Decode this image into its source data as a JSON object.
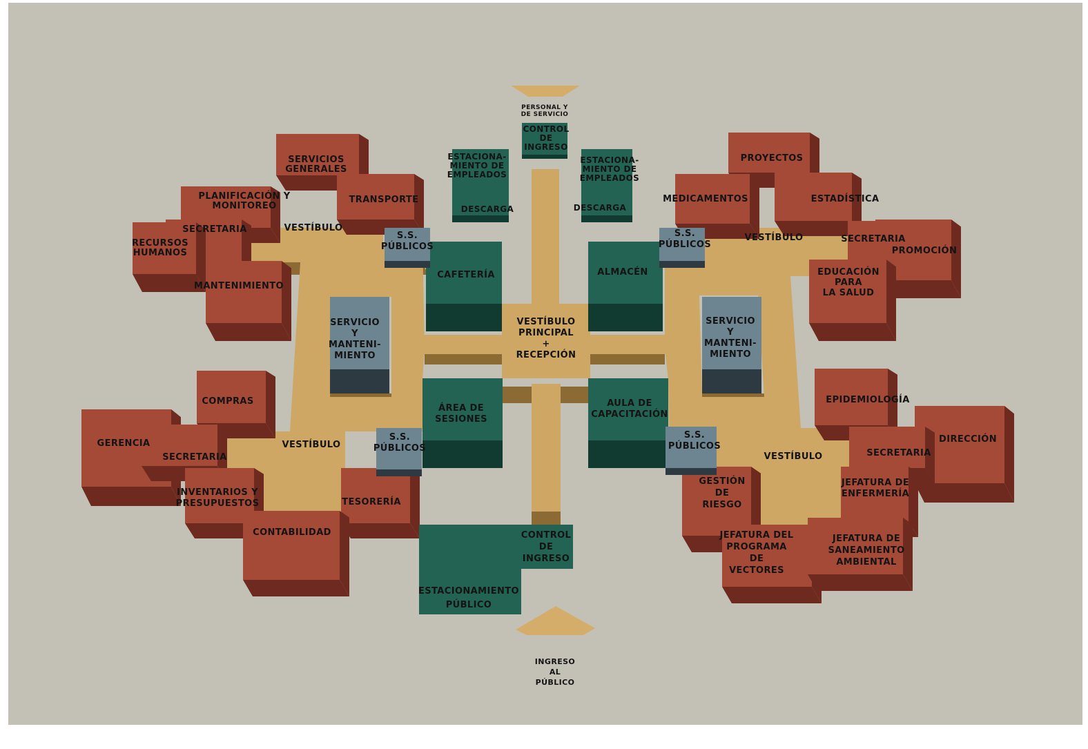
{
  "colors": {
    "background": "#c3c1b6",
    "corridor": "#cfa765",
    "corridor_shadow": "#8c6a33",
    "admin_block": "#a64a38",
    "admin_side": "#6e2a1f",
    "service_block": "#226353",
    "service_side": "#113b31",
    "restroom_block": "#6d8491",
    "restroom_side": "#2e3a41",
    "arrow": "#d4ad6b"
  },
  "arrows": {
    "top_label": [
      "PERSONAL Y",
      "DE SERVICIO"
    ],
    "bottom_label": [
      "INGRESO",
      "AL",
      "PÚBLICO"
    ]
  },
  "labels": {
    "control_ingreso_top": [
      "CONTROL",
      "DE",
      "INGRESO"
    ],
    "estacionamiento_empleados_left": [
      "ESTACIONA-",
      "MIENTO DE",
      "EMPLEADOS"
    ],
    "estacionamiento_empleados_right": [
      "ESTACIONA-",
      "MIENTO DE",
      "EMPLEADOS"
    ],
    "descarga_left": "DESCARGA",
    "descarga_right": "DESCARGA",
    "servicios_generales": [
      "SERVICIOS",
      "GENERALES"
    ],
    "planificacion": [
      "PLANIFICACIÓN Y",
      "MONITOREO"
    ],
    "transporte": "TRANSPORTE",
    "secretaria_nw": "SECRETARIA",
    "vestibulo_nw": "VESTÍBULO",
    "recursos_humanos": [
      "RECURSOS",
      "HUMANOS"
    ],
    "mantenimiento": "MANTENIMIENTO",
    "ss_publicos_nw": [
      "S.S.",
      "PÚBLICOS"
    ],
    "cafeteria": "CAFETERÍA",
    "proyectos": "PROYECTOS",
    "medicamentos": "MEDICAMENTOS",
    "estadistica": "ESTADÍSTICA",
    "ss_publicos_ne": [
      "S.S.",
      "PÚBLICOS"
    ],
    "vestibulo_ne": "VESTÍBULO",
    "secretaria_ne": "SECRETARIA",
    "promocion": "PROMOCIÓN",
    "educacion": [
      "EDUCACIÓN",
      "PARA",
      "LA SALUD"
    ],
    "almacen": "ALMACÉN",
    "servicio_mant_left": [
      "SERVICIO",
      "Y",
      "MANTENI-",
      "MIENTO"
    ],
    "servicio_mant_right": [
      "SERVICIO",
      "Y",
      "MANTENI-",
      "MIENTO"
    ],
    "vestibulo_principal": [
      "VESTÍBULO",
      "PRINCIPAL",
      "+",
      "RECEPCIÓN"
    ],
    "compras": "COMPRAS",
    "gerencia": "GERENCIA",
    "secretaria_sw": "SECRETARIA",
    "vestibulo_sw": "VESTÍBULO",
    "ss_publicos_sw": [
      "S.S.",
      "PÚBLICOS"
    ],
    "area_sesiones": [
      "ÁREA DE",
      "SESIONES"
    ],
    "inventarios": [
      "INVENTARIOS Y",
      "PRESUPUESTOS"
    ],
    "tesoreria": "TESORERÍA",
    "contabilidad": "CONTABILIDAD",
    "aula": [
      "AULA DE",
      "CAPACITACIÓN"
    ],
    "ss_publicos_se": [
      "S.S.",
      "PÚBLICOS"
    ],
    "vestibulo_se": "VESTÍBULO",
    "epidemiologia": "EPIDEMIOLOGÍA",
    "direccion": "DIRECCIÓN",
    "secretaria_se": "SECRETARIA",
    "gestion_riesgo": [
      "GESTIÓN",
      "DE",
      "RIESGO"
    ],
    "jefatura_enfermeria": [
      "JEFATURA DE",
      "ENFERMERÍA"
    ],
    "jefatura_vectores": [
      "JEFATURA DEL",
      "PROGRAMA",
      "DE",
      "VECTORES"
    ],
    "jefatura_saneamiento": [
      "JEFATURA DE",
      "SANEAMIENTO",
      "AMBIENTAL"
    ],
    "control_ingreso_bottom": [
      "CONTROL",
      "DE",
      "INGRESO"
    ],
    "estacionamiento_publico": [
      "ESTACIONAMIENTO",
      "PÚBLICO"
    ]
  }
}
